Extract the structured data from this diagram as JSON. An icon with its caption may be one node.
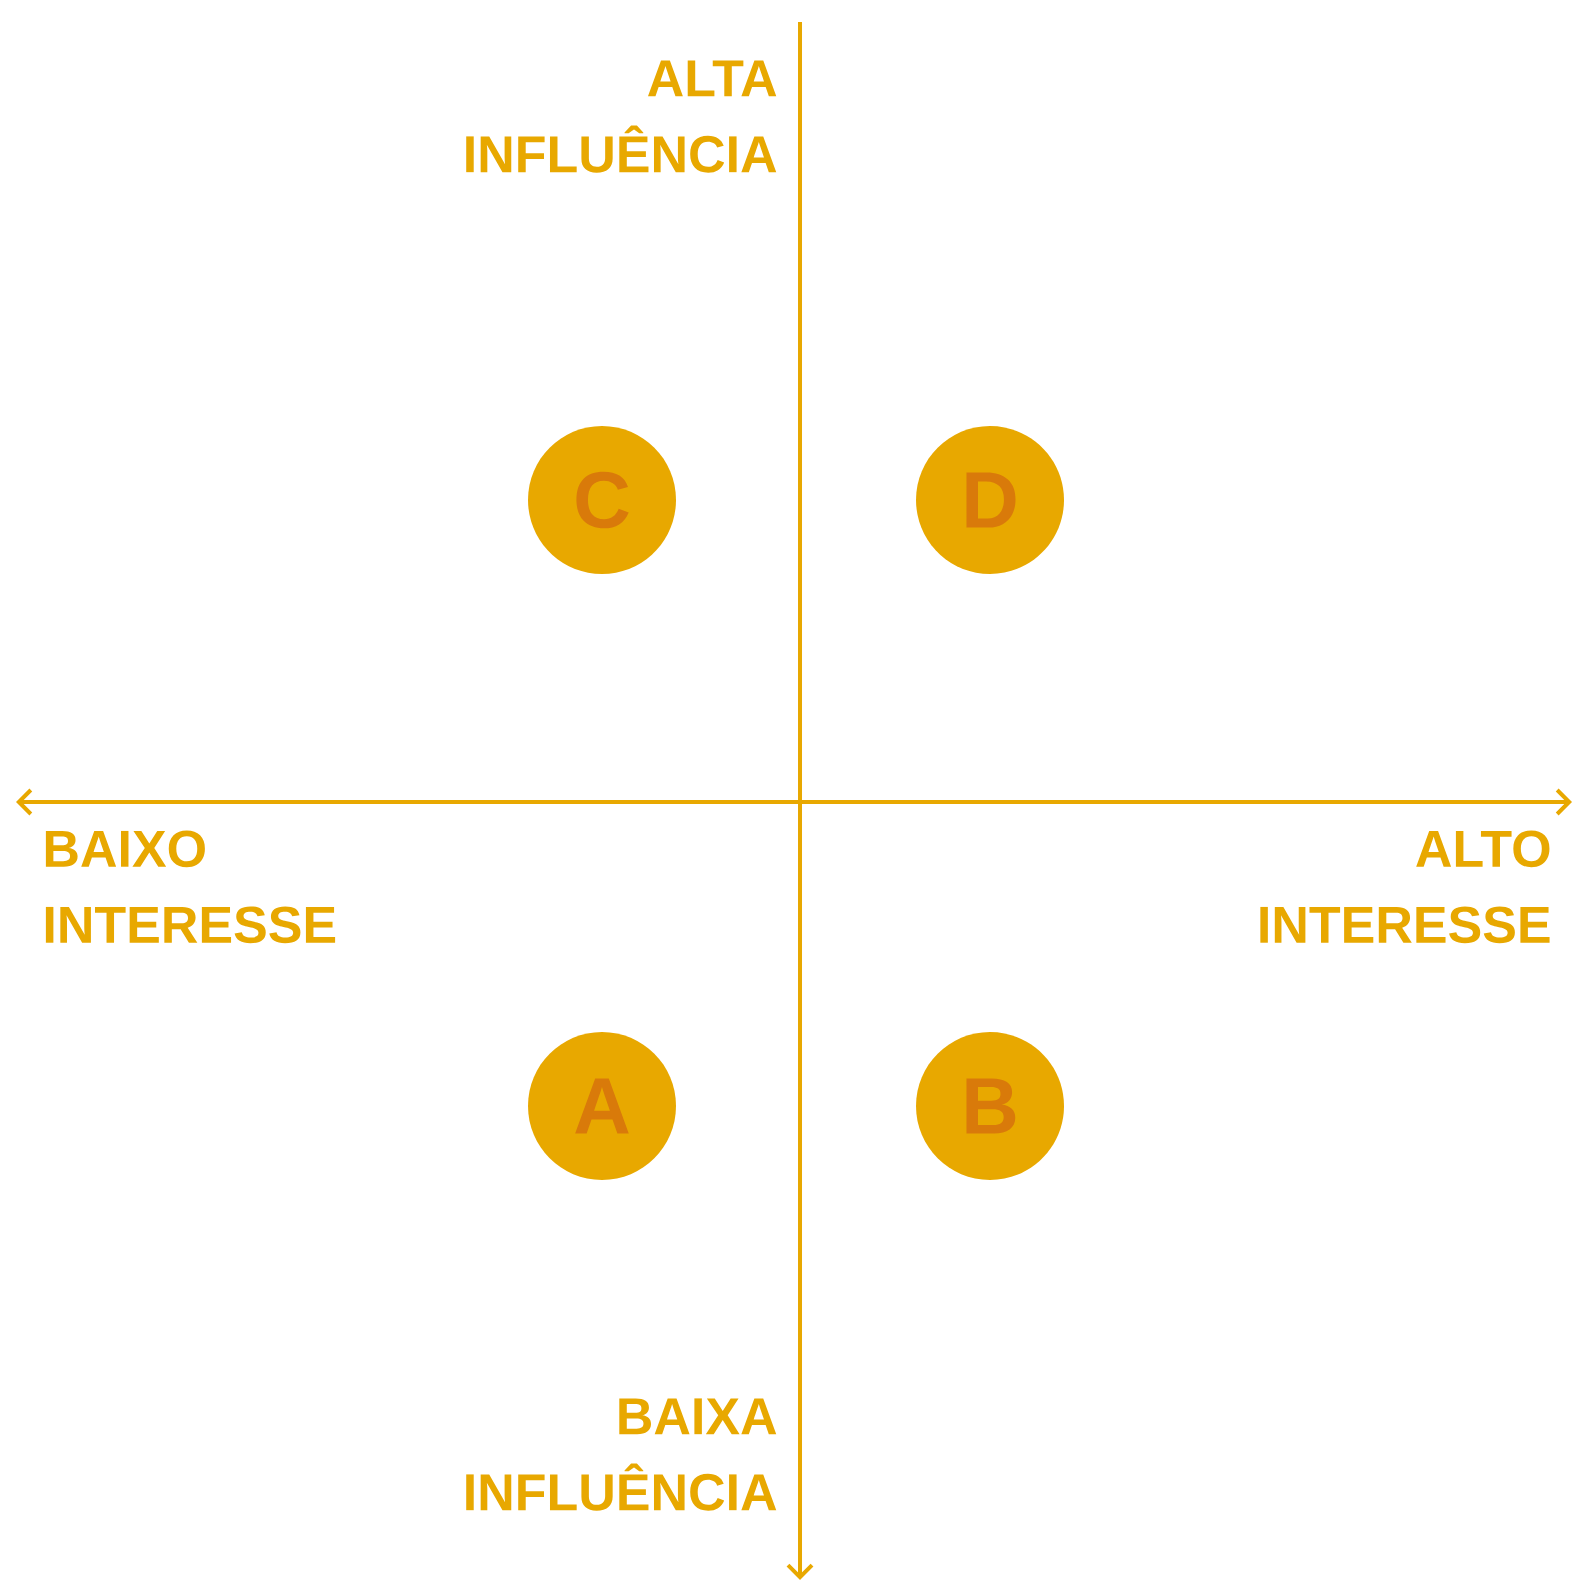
{
  "diagram": {
    "nodes": [
      {
        "text": [
          "C"
        ]
      },
      {
        "text": [
          "D"
        ]
      },
      {
        "text": [
          "A"
        ]
      },
      {
        "text": [
          "B"
        ]
      }
    ],
    "labels": [
      "ALTA INFLUÊNCIA",
      "BAIXO INTERESSE",
      "ALTO INTERESSE",
      "BAIXA INFLUÊNCIA"
    ]
  }
}
